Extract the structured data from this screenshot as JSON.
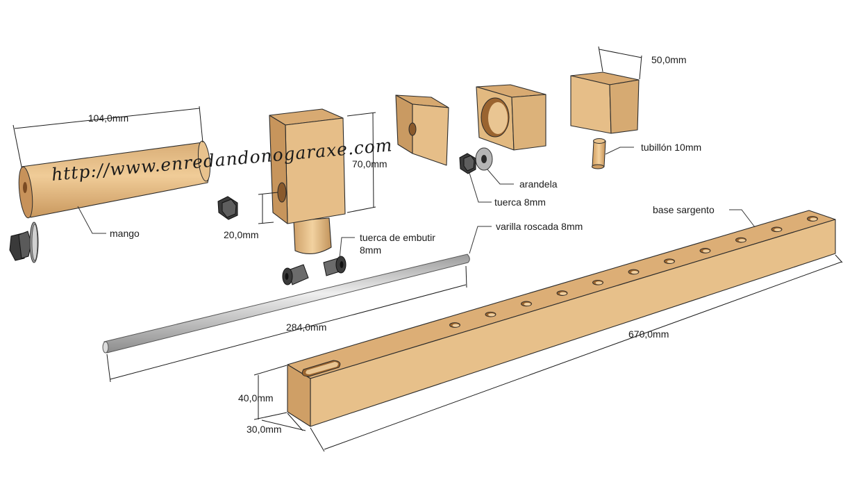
{
  "watermark": "http://www.enredandonogaraxe.com",
  "dimensions": {
    "handle_length": "104,0mm",
    "block_height": "70,0mm",
    "hole_offset": "20,0mm",
    "cube_width": "50,0mm",
    "rod_length": "284,0mm",
    "base_length": "670,0mm",
    "base_height": "40,0mm",
    "base_width": "30,0mm"
  },
  "labels": {
    "mango": "mango",
    "tuerca_embutir_line1": "tuerca de embutir",
    "tuerca_embutir_line2": "8mm",
    "varilla": "varilla roscada 8mm",
    "arandela": "arandela",
    "tuerca": "tuerca 8mm",
    "tubillon": "tubillón 10mm",
    "base": "base sargento"
  },
  "colors": {
    "wood_front": "#e6bf89",
    "wood_side": "#c99a62",
    "wood_top": "#d9ac73",
    "hole_dark": "#8a5a2c",
    "steel_nut": "#3c3c3c",
    "rod": "#c8c8c8"
  }
}
